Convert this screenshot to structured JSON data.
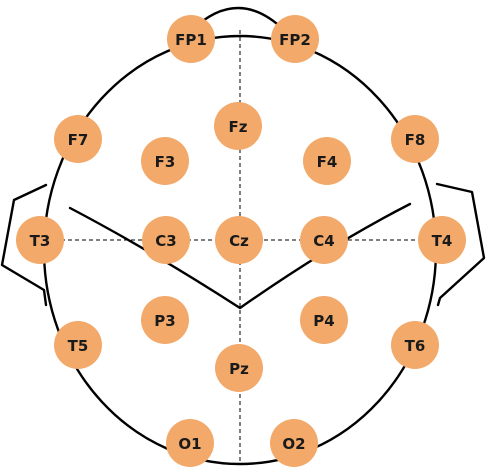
{
  "colors": {
    "electrode_fill": "#f2a96a",
    "label": "#1a1a1a",
    "outline": "#000000"
  },
  "electrodes": [
    {
      "id": "fp1",
      "label": "FP1"
    },
    {
      "id": "fp2",
      "label": "FP2"
    },
    {
      "id": "f7",
      "label": "F7"
    },
    {
      "id": "f8",
      "label": "F8"
    },
    {
      "id": "fz",
      "label": "Fz"
    },
    {
      "id": "f3",
      "label": "F3"
    },
    {
      "id": "f4",
      "label": "F4"
    },
    {
      "id": "t3",
      "label": "T3"
    },
    {
      "id": "c3",
      "label": "C3"
    },
    {
      "id": "cz",
      "label": "Cz"
    },
    {
      "id": "c4",
      "label": "C4"
    },
    {
      "id": "t4",
      "label": "T4"
    },
    {
      "id": "p3",
      "label": "P3"
    },
    {
      "id": "p4",
      "label": "P4"
    },
    {
      "id": "t5",
      "label": "T5"
    },
    {
      "id": "t6",
      "label": "T6"
    },
    {
      "id": "pz",
      "label": "Pz"
    },
    {
      "id": "o1",
      "label": "O1"
    },
    {
      "id": "o2",
      "label": "O2"
    }
  ]
}
